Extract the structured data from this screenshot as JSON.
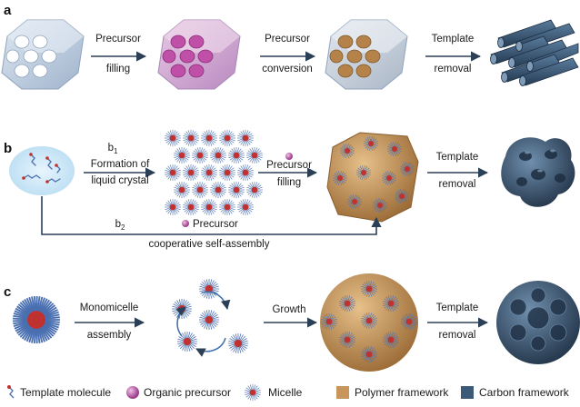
{
  "panels": {
    "a": {
      "letter": "a",
      "steps": [
        {
          "line1": "Precursor",
          "line2": "filling"
        },
        {
          "line1": "Precursor",
          "line2": "conversion"
        },
        {
          "line1": "Template",
          "line2": "removal"
        }
      ]
    },
    "b": {
      "letter": "b",
      "b1_label": "b",
      "b1_sub": "1",
      "b1_line1": "Formation of",
      "b1_line2": "liquid crystal",
      "step2_line1": "Precursor",
      "step2_line2": "filling",
      "step3_line1": "Template",
      "step3_line2": "removal",
      "b2_label": "b",
      "b2_sub": "2",
      "precursor_label": "Precursor",
      "route_label": "cooperative self-assembly"
    },
    "c": {
      "letter": "c",
      "step1_line1": "Monomicelle",
      "step1_line2": "assembly",
      "step2": "Growth",
      "step3_line1": "Template",
      "step3_line2": "removal"
    }
  },
  "legend": [
    {
      "label": "Template molecule",
      "icon": "template-molecule-icon"
    },
    {
      "label": "Organic precursor",
      "icon": "organic-precursor-icon"
    },
    {
      "label": "Micelle",
      "icon": "micelle-icon"
    },
    {
      "label": "Polymer framework",
      "icon": "polymer-framework-icon",
      "color": "#c8965a"
    },
    {
      "label": "Carbon framework",
      "icon": "carbon-framework-icon",
      "color": "#3c5a78"
    }
  ],
  "colors": {
    "silica": "#b9c9dc",
    "precursor": "#c04fa8",
    "polymer": "#b5834a",
    "carbon": "#3c5a78",
    "micelle_core": "#c0322f",
    "micelle_corona": "#4a6fb0",
    "arrow": "#2b3f57",
    "solution": "#cfe8f7"
  }
}
